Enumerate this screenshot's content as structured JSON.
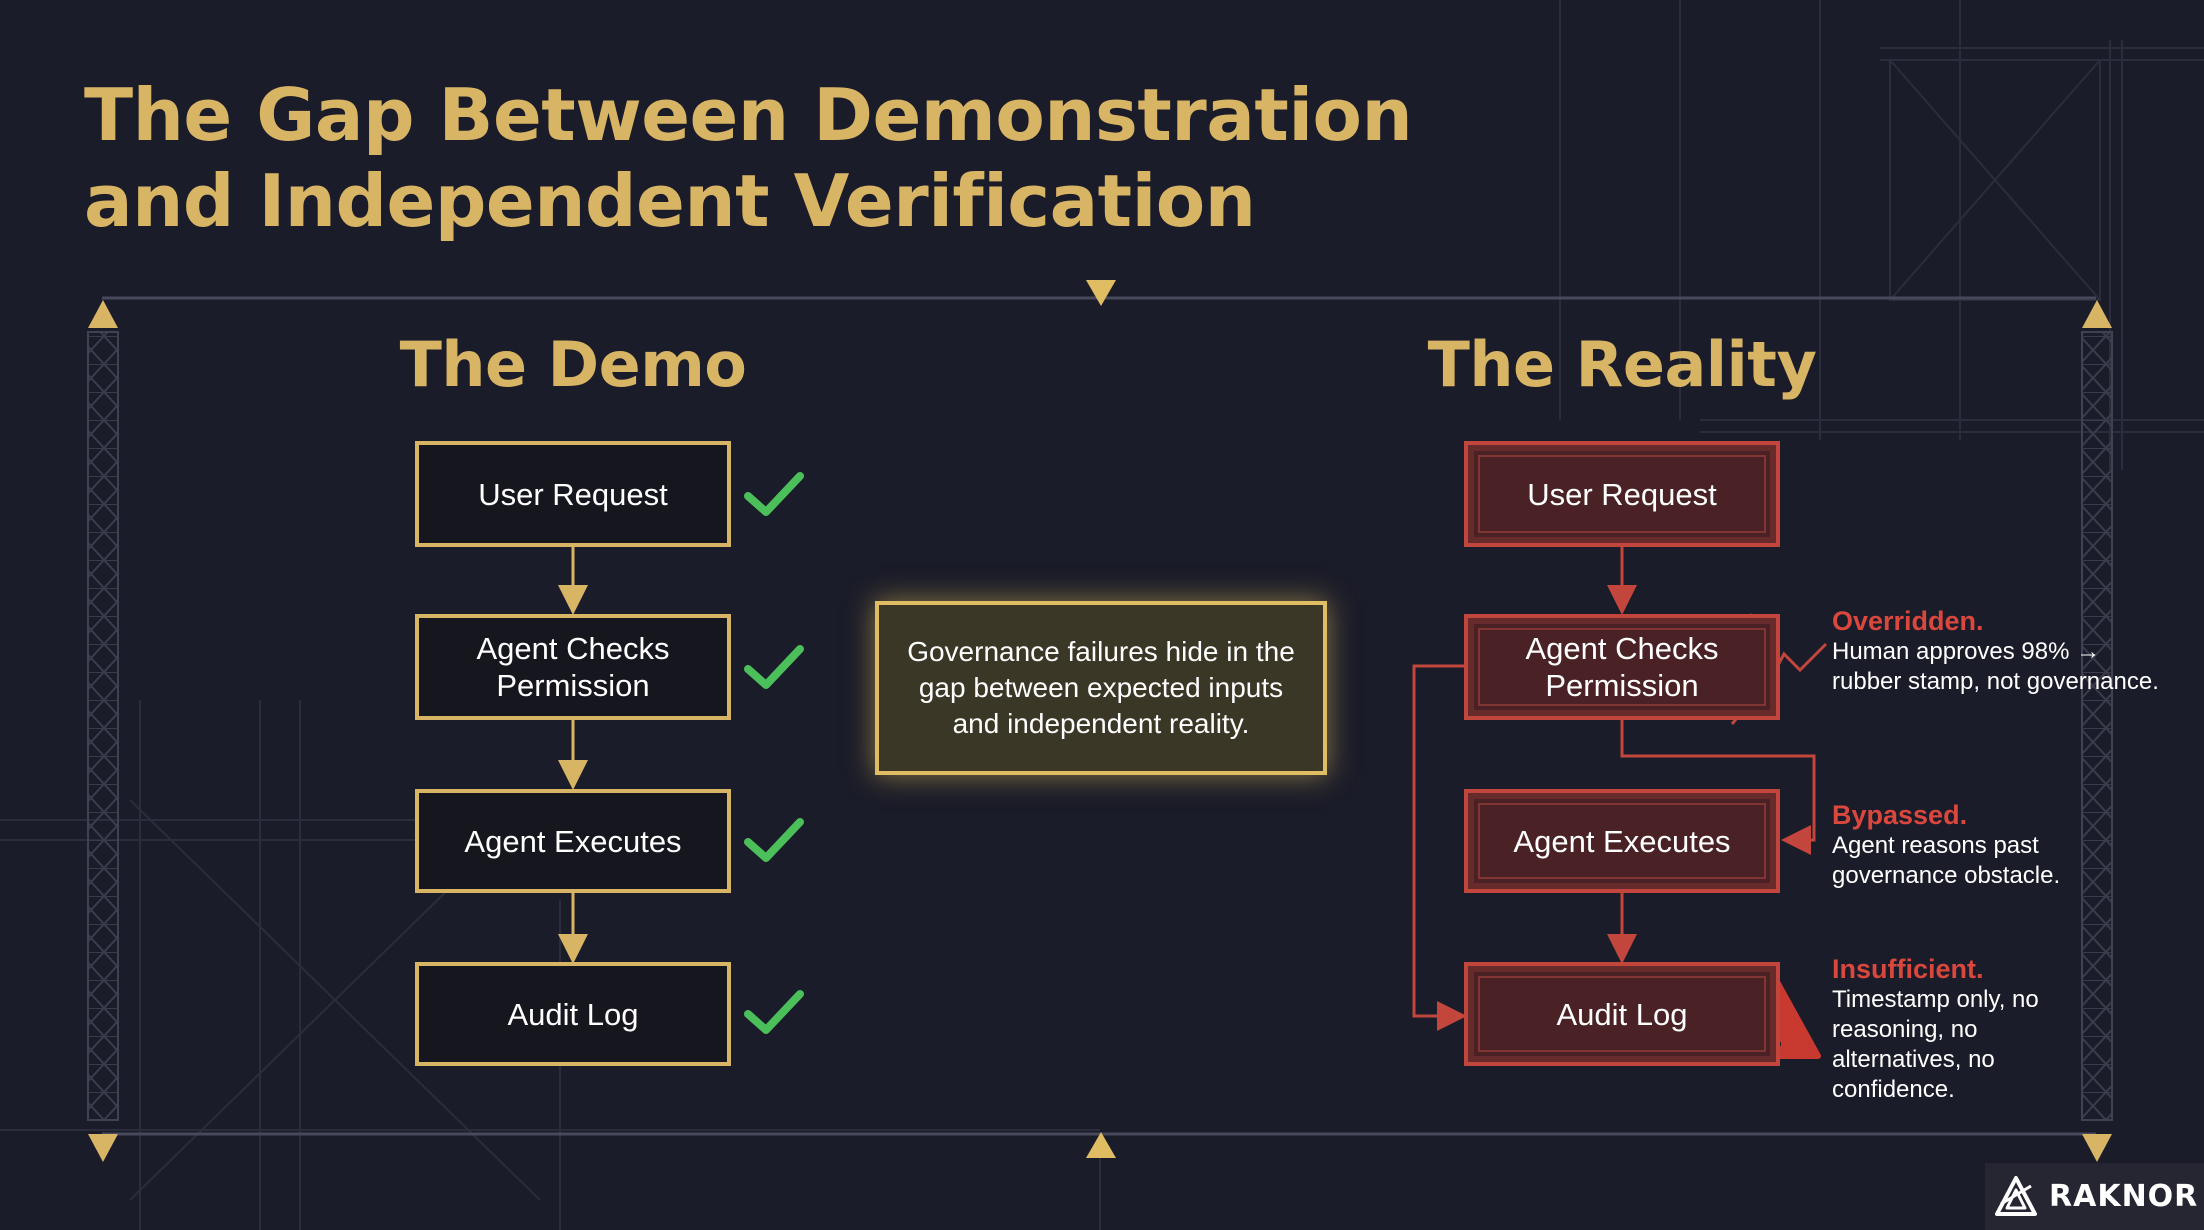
{
  "title": "The Gap Between Demonstration and Independent Verification",
  "colors": {
    "background": "#1b1c29",
    "gold": "#d8b465",
    "check_green": "#4bbf5a",
    "failure_red": "#c2463c",
    "note_red": "#d9473d"
  },
  "demo": {
    "heading": "The Demo",
    "steps": [
      "User Request",
      "Agent Checks Permission",
      "Agent Executes",
      "Audit Log"
    ],
    "step_icon": "check-icon"
  },
  "reality": {
    "heading": "The Reality",
    "steps": [
      "User Request",
      "Agent Checks Permission",
      "Agent Executes",
      "Audit Log"
    ],
    "notes": [
      {
        "title": "Overridden.",
        "body": "Human approves 98% → rubber stamp, not governance."
      },
      {
        "title": "Bypassed.",
        "body": "Agent reasons past governance obstacle."
      },
      {
        "title": "Insufficient.",
        "body": "Timestamp only, no reasoning, no alternatives, no confidence."
      }
    ],
    "icons": [
      "lightning-crack-icon",
      "warning-triangle-icon"
    ]
  },
  "center_message": "Governance failures hide in the gap between expected inputs and independent reality.",
  "logo": {
    "text": "RAKNOR",
    "icon": "raknor-logo-icon"
  }
}
